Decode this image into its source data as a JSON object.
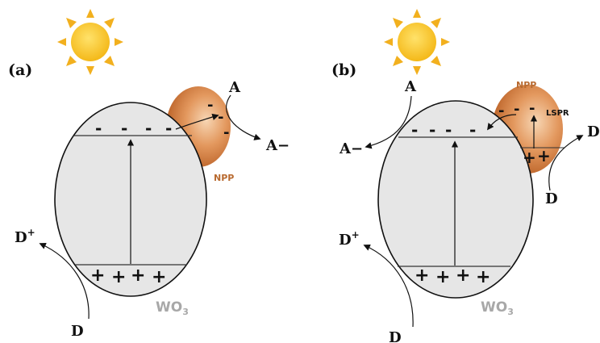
{
  "panels": [
    {
      "id": "a",
      "label": "(a)",
      "np_label": "NPP",
      "host_label": "WO",
      "host_sub": "3",
      "acceptor": "A",
      "acceptor_reduced": "A−",
      "donor": "D",
      "donor_oxidized": "D",
      "donor_plus": "+",
      "cb_signs": [
        "-",
        "-",
        "-",
        "-"
      ],
      "vb_signs": [
        "+",
        "+",
        "+",
        "+"
      ],
      "np_electrons": [
        "-",
        "-",
        "-"
      ]
    },
    {
      "id": "b",
      "label": "(b)",
      "np_label": "NPP",
      "lspr_label": "LSPR",
      "host_label": "WO",
      "host_sub": "3",
      "acceptor": "A",
      "acceptor_reduced": "A−",
      "donor": "D",
      "donor_oxidized": "D",
      "donor_plus": "+",
      "np_donor": "D",
      "np_donor_oxidized": "D",
      "cb_signs": [
        "-",
        "-",
        "-",
        "-"
      ],
      "vb_signs": [
        "+",
        "+",
        "+",
        "+"
      ],
      "np_electrons": [
        "-",
        "-",
        "-"
      ],
      "np_holes": [
        "+",
        "+"
      ]
    }
  ],
  "colors": {
    "sun": "#f6c21c",
    "sun_ray": "#f2b01e",
    "host_fill": "#e6e6e6",
    "np_dark": "#b85d1f",
    "np_light": "#f6cfa8",
    "np_label": "#b86a30",
    "host_label": "#a8a8a8"
  },
  "icons": [
    "sun-icon"
  ]
}
